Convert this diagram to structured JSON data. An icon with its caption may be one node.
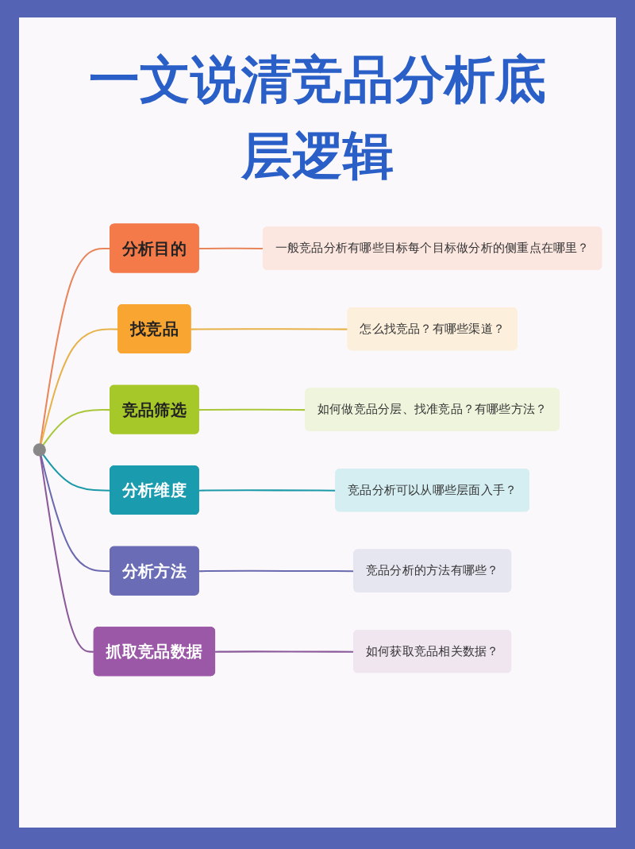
{
  "diagram": {
    "title": "一文说清竞品分析底层逻辑",
    "nodes": [
      {
        "text": [],
        "shape": "circle"
      },
      {
        "text": [
          "分析目的"
        ]
      },
      {
        "text": [
          "一般竞品分析有哪些目标每个目标做分析的侧重点在哪里？"
        ]
      },
      {
        "text": [
          "找竞品"
        ]
      },
      {
        "text": [
          "怎么找竞品？有哪些渠道？"
        ]
      },
      {
        "text": [
          "竞品筛选"
        ]
      },
      {
        "text": [
          "如何做竞品分层、找准竞品？有哪些方法？"
        ]
      },
      {
        "text": [
          "分析维度"
        ]
      },
      {
        "text": [
          "竞品分析可以从哪些层面入手？"
        ]
      },
      {
        "text": [
          "分析方法"
        ]
      },
      {
        "text": [
          "竞品分析的方法有哪些？"
        ]
      },
      {
        "text": [
          "抓取竞品数据"
        ]
      },
      {
        "text": [
          "如何获取竞品相关数据？"
        ]
      }
    ],
    "edges": [
      {
        "from": 0,
        "to": 1,
        "arrow": "none",
        "color": "#e8855a"
      },
      {
        "from": 1,
        "to": 2,
        "arrow": "none",
        "color": "#e8855a"
      },
      {
        "from": 0,
        "to": 3,
        "arrow": "none",
        "color": "#e8b24a"
      },
      {
        "from": 3,
        "to": 4,
        "arrow": "none",
        "color": "#e8b24a"
      },
      {
        "from": 0,
        "to": 5,
        "arrow": "none",
        "color": "#a8c83a"
      },
      {
        "from": 5,
        "to": 6,
        "arrow": "none",
        "color": "#a8c83a"
      },
      {
        "from": 0,
        "to": 7,
        "arrow": "none",
        "color": "#1a9aa8"
      },
      {
        "from": 7,
        "to": 8,
        "arrow": "none",
        "color": "#1a9aa8"
      },
      {
        "from": 0,
        "to": 9,
        "arrow": "none",
        "color": "#6a6ab0"
      },
      {
        "from": 9,
        "to": 10,
        "arrow": "none",
        "color": "#6a6ab0"
      },
      {
        "from": 0,
        "to": 11,
        "arrow": "none",
        "color": "#8a5a9a"
      },
      {
        "from": 11,
        "to": 12,
        "arrow": "none",
        "color": "#8a5a9a"
      }
    ]
  }
}
